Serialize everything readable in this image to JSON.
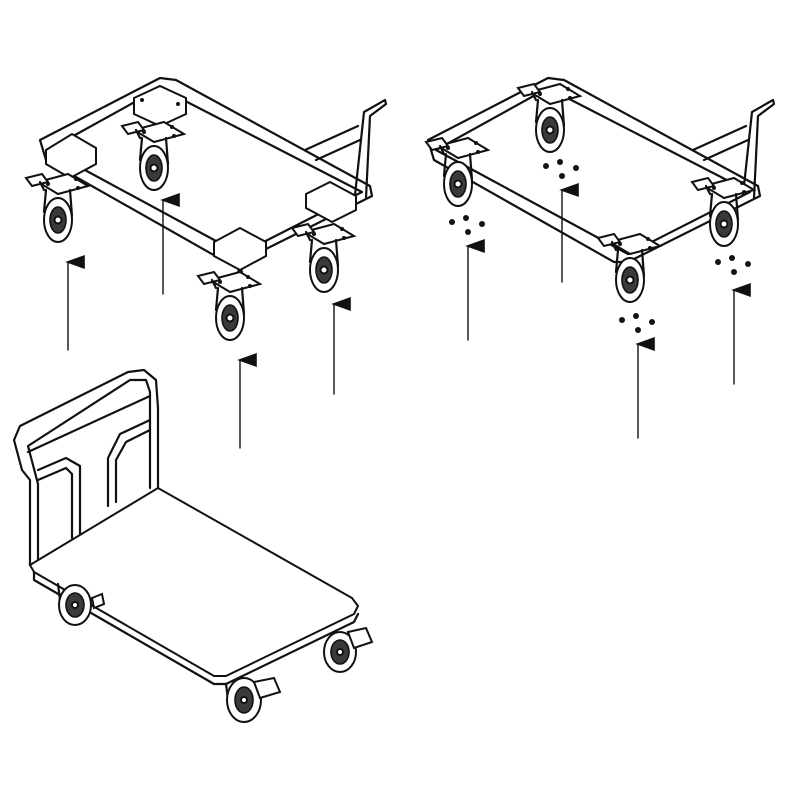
{
  "figure": {
    "background": "#ffffff",
    "line_color": "#111111",
    "panels": [
      {
        "id": "step-1",
        "description_icon": "frame-inverted-with-loose-casters",
        "caster_count": 4,
        "arrow_count": 4
      },
      {
        "id": "step-2",
        "description_icon": "frame-inverted-with-mounted-casters-and-screws",
        "caster_count": 4,
        "screw_groups": 4,
        "arrow_count": 4
      },
      {
        "id": "result",
        "description_icon": "assembled-platform-trolley",
        "caster_count": 4
      }
    ]
  }
}
